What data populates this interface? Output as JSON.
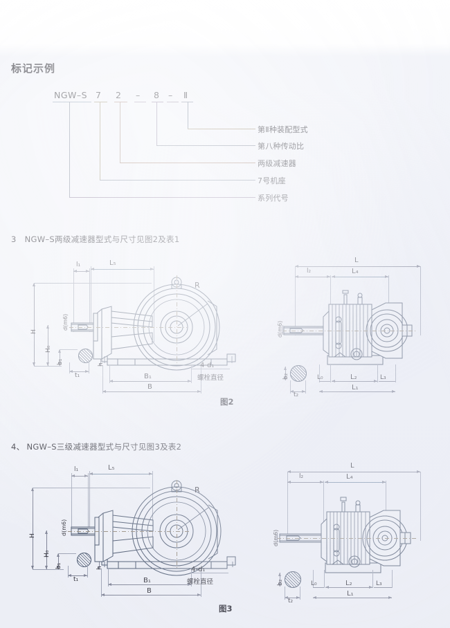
{
  "document": {
    "marking_section_title": "标记示例",
    "designation": {
      "code_parts": [
        "NGW–S",
        "7",
        "2",
        "–",
        "8",
        "–",
        "Ⅱ"
      ],
      "callouts": [
        {
          "label": "第Ⅱ种装配型式"
        },
        {
          "label": "第八种传动比"
        },
        {
          "label": "两级减速器"
        },
        {
          "label": "7号机座"
        },
        {
          "label": "系列代号"
        }
      ]
    },
    "sections": [
      {
        "number": "3",
        "separator": " ",
        "text": "NGW–S两级减速器型式与尺寸见图2及表1"
      },
      {
        "number": "4",
        "separator": "、",
        "text": "NGW–S三级减速器型式与尺寸见图3及表2"
      }
    ],
    "figures": [
      {
        "caption": "图2",
        "front_view_labels": [
          "l",
          "L",
          "H",
          "H",
          "d",
          "b",
          "t",
          "h",
          "B",
          "B",
          "R"
        ],
        "front_dims": {
          "l1": "l₁",
          "L5": "L₅",
          "H": "H",
          "H0": "H₀",
          "d_m6": "d(m6)",
          "b1": "b₁",
          "t1": "t₁",
          "h": "h",
          "B1": "B₁",
          "B": "B",
          "R": "R"
        },
        "bolt_note": {
          "code": "4-d₁",
          "text": "螺栓直径"
        },
        "side_dims": {
          "L": "L",
          "l2": "l₂",
          "L4": "L₄",
          "d_m6": "d(m6)",
          "b2": "b₂",
          "t2": "t₂",
          "L0": "L₀",
          "L2": "L₂",
          "L3": "L₃",
          "L1": "L₁"
        }
      },
      {
        "caption": "图3",
        "front_dims": {
          "l1": "l₁",
          "L5": "L₅",
          "H": "H",
          "H0": "H₀",
          "d_m6": "d(m6)",
          "b1": "b₁",
          "t1": "t₁",
          "h": "h",
          "B1": "B₁",
          "B": "B",
          "R": "R"
        },
        "bolt_note": {
          "code": "4-d₁",
          "text": "螺栓直径"
        },
        "side_dims": {
          "L": "L",
          "l2": "l₂",
          "L4": "L₄",
          "d_m6": "d(m6)",
          "b2": "b₂",
          "t2": "t₂",
          "L0": "L₀",
          "L2": "L₂",
          "L3": "L₃",
          "L1": "L₁"
        }
      }
    ]
  },
  "colors": {
    "page_background": "#eef0f6",
    "ink": "#23232c",
    "drawing_line": "#3c4a63",
    "dimension_line": "#7b7f92",
    "leader_line": "#6b6f86"
  }
}
